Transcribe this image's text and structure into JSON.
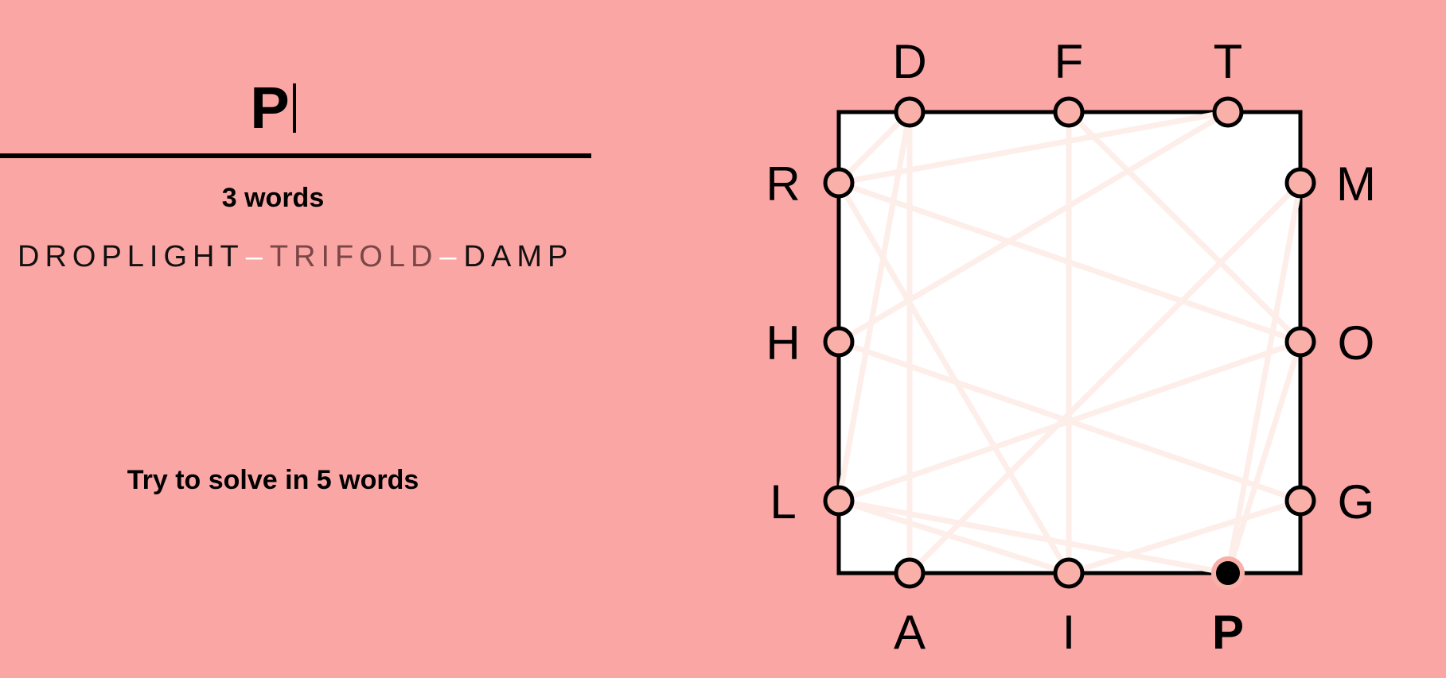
{
  "input": {
    "current_word": "P"
  },
  "progress": {
    "word_count_label": "3 words",
    "goal_label": "Try to solve in 5 words"
  },
  "solved_words": [
    "DROPLIGHT",
    "TRIFOLD",
    "DAMP"
  ],
  "board": {
    "sides": {
      "top": [
        "D",
        "F",
        "T"
      ],
      "left": [
        "R",
        "H",
        "L"
      ],
      "right": [
        "M",
        "O",
        "G"
      ],
      "bottom": [
        "A",
        "I",
        "P"
      ]
    },
    "active_letter": "P",
    "used_paths": [
      [
        "D",
        "R",
        "O",
        "P",
        "L",
        "I",
        "G",
        "H",
        "T"
      ],
      [
        "T",
        "R",
        "I",
        "F",
        "O",
        "L",
        "D"
      ],
      [
        "D",
        "A",
        "M",
        "P"
      ]
    ]
  },
  "colors": {
    "background": "#faa6a4",
    "board_fill": "#ffffff",
    "board_stroke": "#000000",
    "node_fill": "#f8b0a8",
    "path_line": "#fdeeea",
    "active_node": "#000000",
    "used_letters_text": "#7a4646",
    "separator": "#ffffff"
  }
}
